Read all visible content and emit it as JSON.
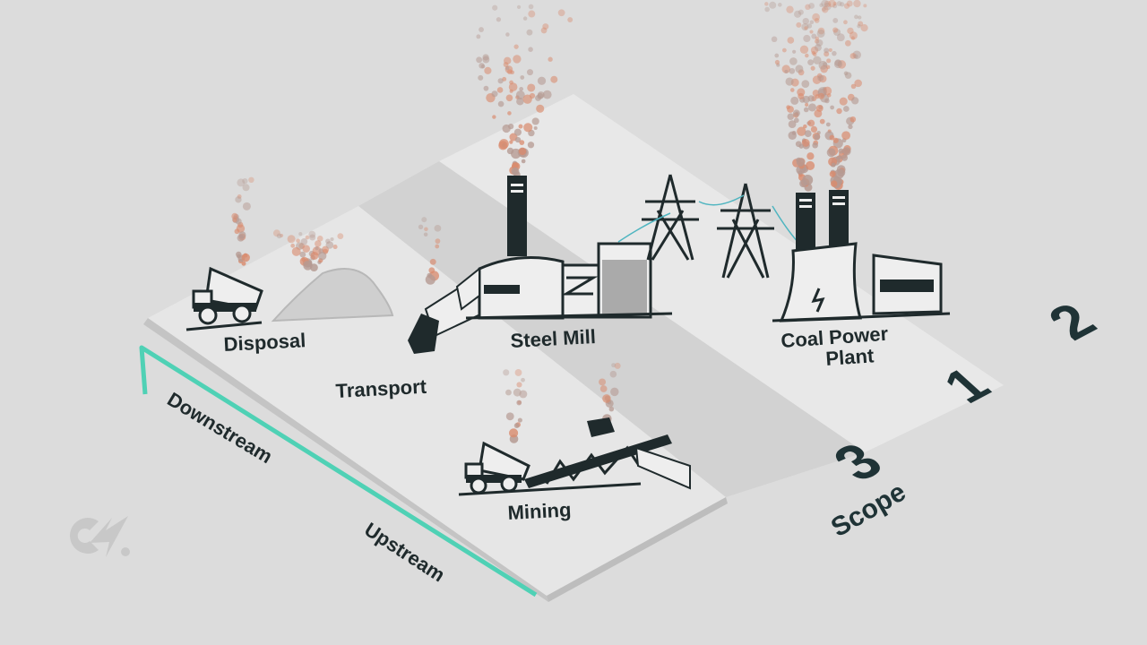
{
  "locations": {
    "disposal": "Disposal",
    "transport": "Transport",
    "steel_mill": "Steel Mill",
    "coal_power_plant_line1": "Coal Power",
    "coal_power_plant_line2": "Plant",
    "mining": "Mining"
  },
  "axis": {
    "downstream": "Downstream",
    "upstream": "Upstream"
  },
  "scopes": {
    "label": "Scope",
    "scope_1": "1",
    "scope_2": "2",
    "scope_3": "3"
  },
  "logo": "CN",
  "colors": {
    "background": "#dcdcdc",
    "plane_light": "#e8e8e8",
    "plane_mid": "#d0d0d0",
    "ink": "#1f2a2c",
    "accent_teal": "#4fd1b5",
    "smoke": "#d98b6e"
  },
  "icons": [
    "dump-truck-icon",
    "waste-pile-icon",
    "semi-truck-icon",
    "steel-mill-icon",
    "power-tower-icon",
    "coal-power-plant-icon",
    "conveyor-icon",
    "smoke-icon"
  ]
}
